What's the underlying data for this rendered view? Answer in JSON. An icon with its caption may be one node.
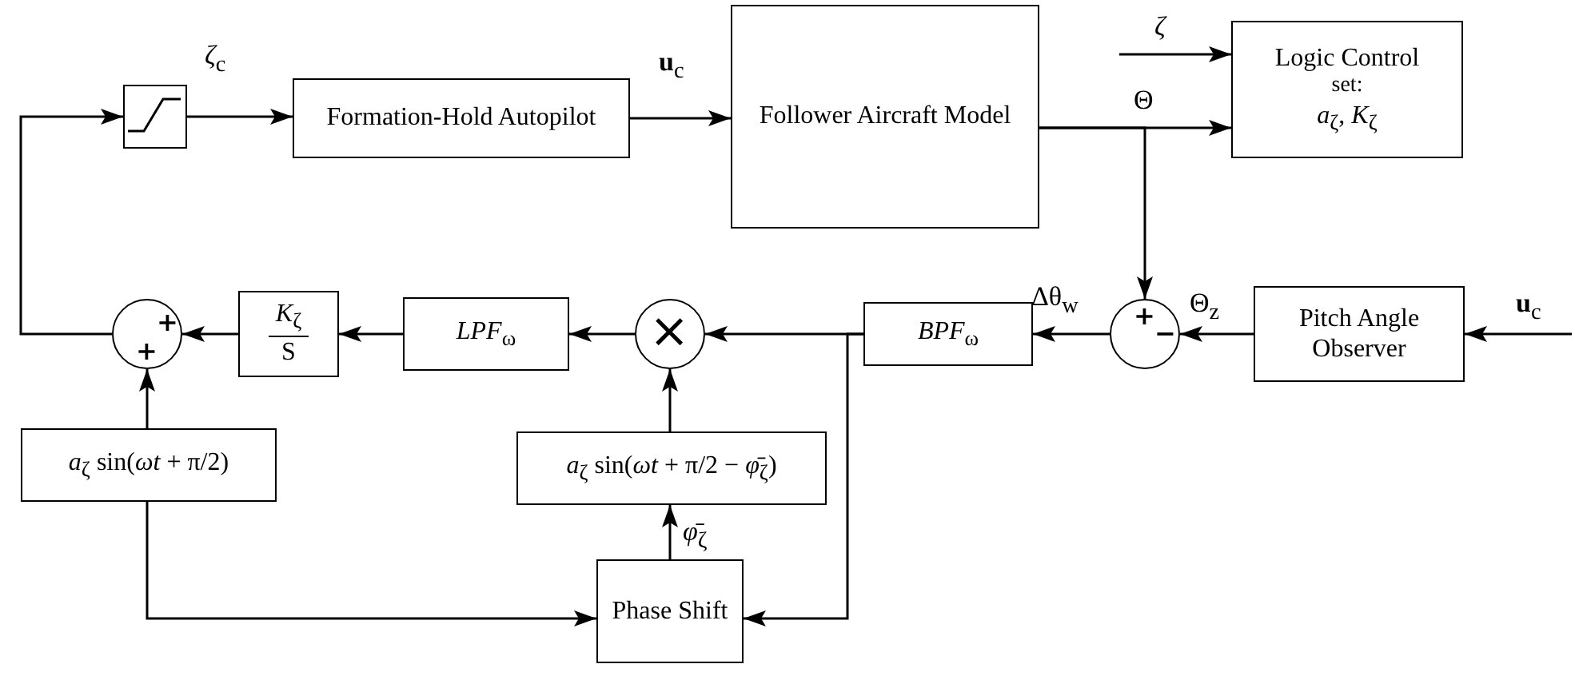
{
  "diagram": {
    "nodes": [
      {
        "text": [],
        "shape": "box"
      },
      {
        "text": [
          "Formation-Hold Autopilot"
        ]
      },
      {
        "text": [
          "Follower Aircraft Model"
        ]
      },
      {
        "text": [
          "Logic Control",
          "set:",
          "*a*$_{ζ}$, *K*$_{ζ}$"
        ]
      },
      {
        "text": [
          "Pitch Angle Observer"
        ]
      },
      {
        "text": [
          "+",
          "−"
        ]
      },
      {
        "text": [
          "*BPF*$_{ω}$"
        ]
      },
      {
        "text": [
          "×"
        ]
      },
      {
        "text": [
          "*LPF*$_{ω}$"
        ]
      },
      {
        "text": [
          "*K*$_{ζ}$",
          "S"
        ]
      },
      {
        "text": [
          "+",
          "+"
        ]
      },
      {
        "text": [
          "*a*$_{ζ}$ sin(*ωt* + π/2)"
        ]
      },
      {
        "text": [
          "*a*$_{ζ}$ sin(*ωt* + π/2 − *φ̄*$_{ζ}$)"
        ]
      },
      {
        "text": [
          "Phase Shift"
        ]
      }
    ],
    "edges": [
      {
        "from": 0,
        "to": 1,
        "arrow": "to",
        "label": "*ζ*$_{c}$"
      },
      {
        "from": 1,
        "to": 2,
        "arrow": "to",
        "label": "**u**$_{c}$"
      },
      {
        "from": null,
        "to": 3,
        "arrow": "to",
        "label": "*ζ*"
      },
      {
        "from": 2,
        "to": 3,
        "arrow": "to",
        "label": "Θ"
      },
      {
        "from": 2,
        "to": 5,
        "arrow": "to"
      },
      {
        "from": 4,
        "to": 5,
        "arrow": "to",
        "label": "Θ$_{z}$"
      },
      {
        "from": null,
        "to": 4,
        "arrow": "to",
        "label": "**u**$_{c}$"
      },
      {
        "from": 5,
        "to": 6,
        "arrow": "to",
        "label": "Δθ$_{w}$"
      },
      {
        "from": 6,
        "to": 7,
        "arrow": "to"
      },
      {
        "from": 6,
        "to": 13,
        "arrow": "to"
      },
      {
        "from": 7,
        "to": 8,
        "arrow": "to"
      },
      {
        "from": 8,
        "to": 9,
        "arrow": "to"
      },
      {
        "from": 9,
        "to": 10,
        "arrow": "to"
      },
      {
        "from": 10,
        "to": 0,
        "arrow": "to"
      },
      {
        "from": 11,
        "to": 10,
        "arrow": "to"
      },
      {
        "from": 11,
        "to": 13,
        "arrow": "to"
      },
      {
        "from": 13,
        "to": 12,
        "arrow": "to",
        "label": "*φ̄*$_{ζ}$"
      },
      {
        "from": 12,
        "to": 7,
        "arrow": "to"
      }
    ]
  }
}
